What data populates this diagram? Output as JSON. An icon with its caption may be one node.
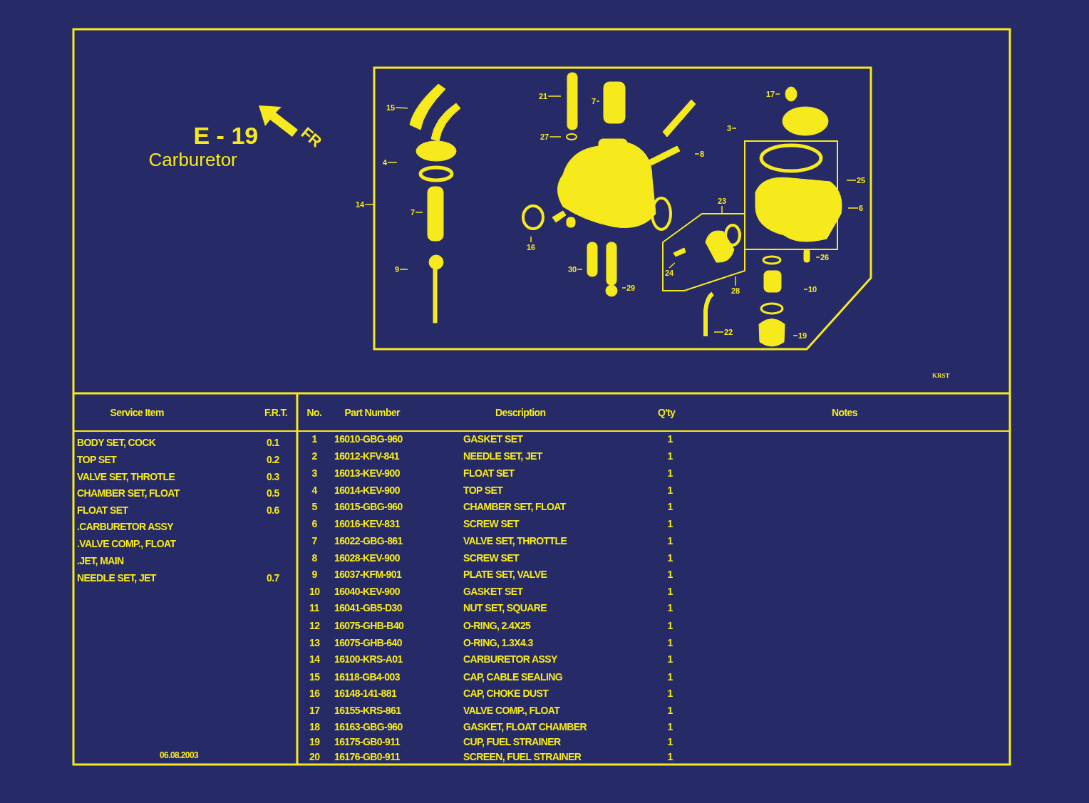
{
  "diagram": {
    "title": "E - 19",
    "nodes": [
      {
        "text": [],
        "shape": "picture"
      },
      {
        "text": [
          "15"
        ],
        "in": 0
      },
      {
        "text": [
          "4"
        ],
        "in": 0
      },
      {
        "text": [
          "7"
        ],
        "in": 0
      },
      {
        "text": [
          "9"
        ],
        "in": 0
      },
      {
        "text": [
          "14"
        ]
      },
      {
        "text": [
          "21"
        ],
        "in": 0
      },
      {
        "text": [
          "27"
        ],
        "in": 0
      },
      {
        "text": [
          "7"
        ],
        "in": 0
      },
      {
        "text": [
          "16"
        ],
        "in": 0
      },
      {
        "text": [
          "30"
        ],
        "in": 0
      },
      {
        "text": [
          "17"
        ],
        "in": 0
      },
      {
        "text": [
          "3"
        ],
        "in": 0
      },
      {
        "text": [
          "8"
        ],
        "in": 0
      },
      {
        "text": [
          "23"
        ],
        "in": 0
      },
      {
        "text": [
          "24"
        ],
        "in": 0
      },
      {
        "text": [
          "25"
        ],
        "in": 0
      },
      {
        "text": [
          "6"
        ],
        "in": 0
      },
      {
        "text": [
          "26"
        ],
        "in": 0
      },
      {
        "text": [
          "28"
        ],
        "in": 0
      },
      {
        "text": [
          "29"
        ],
        "in": 0
      },
      {
        "text": [
          "10"
        ],
        "in": 0
      },
      {
        "text": [
          "22"
        ],
        "in": 0
      },
      {
        "text": [
          "19"
        ],
        "in": 0
      }
    ],
    "edges": [
      {
        "from": 1,
        "to": null,
        "arrow": "none"
      },
      {
        "from": 2,
        "to": null,
        "arrow": "none"
      },
      {
        "from": 3,
        "to": null,
        "arrow": "none"
      },
      {
        "from": 4,
        "to": null,
        "arrow": "none"
      },
      {
        "from": 5,
        "to": 0,
        "arrow": "none"
      },
      {
        "from": 6,
        "to": null,
        "arrow": "none"
      },
      {
        "from": 7,
        "to": null,
        "arrow": "none"
      },
      {
        "from": 8,
        "to": null,
        "arrow": "none"
      },
      {
        "from": 9,
        "to": null,
        "arrow": "none"
      },
      {
        "from": 10,
        "to": null,
        "arrow": "none"
      },
      {
        "from": 11,
        "to": null,
        "arrow": "none"
      },
      {
        "from": 12,
        "to": null,
        "arrow": "none"
      },
      {
        "from": 13,
        "to": null,
        "arrow": "none"
      },
      {
        "from": 14,
        "to": null,
        "arrow": "none"
      },
      {
        "from": 15,
        "to": null,
        "arrow": "none"
      },
      {
        "from": 16,
        "to": null,
        "arrow": "none"
      },
      {
        "from": 17,
        "to": null,
        "arrow": "none"
      },
      {
        "from": 18,
        "to": null,
        "arrow": "none"
      },
      {
        "from": 19,
        "to": null,
        "arrow": "none"
      },
      {
        "from": 20,
        "to": null,
        "arrow": "none"
      },
      {
        "from": 21,
        "to": null,
        "arrow": "none"
      },
      {
        "from": 22,
        "to": null,
        "arrow": "none"
      },
      {
        "from": 23,
        "to": null,
        "arrow": "none"
      }
    ],
    "labels": [
      "Carburetor",
      "FR",
      "KRST",
      "Service Item",
      "F.R.T.",
      "BODY SET, COCK",
      "0.1",
      "TOP SET",
      "0.2",
      "VALVE SET, THROTLE",
      "0.3",
      "CHAMBER SET, FLOAT",
      "0.5",
      "FLOAT SET",
      "0.6",
      ".CARBURETOR ASSY",
      ".VALVE COMP., FLOAT",
      ".JET, MAIN",
      "NEEDLE SET, JET",
      "0.7",
      "No.",
      "Part Number",
      "Description",
      "Q'ty",
      "Notes",
      "1",
      "16010-GBG-960",
      "GASKET SET",
      "1",
      "2",
      "16012-KFV-841",
      "NEEDLE SET, JET",
      "1",
      "3",
      "16013-KEV-900",
      "FLOAT SET",
      "1",
      "4",
      "16014-KEV-900",
      "TOP SET",
      "1",
      "5",
      "16015-GBG-960",
      "CHAMBER SET, FLOAT",
      "1",
      "6",
      "16016-KEV-831",
      "SCREW SET",
      "1",
      "7",
      "16022-GBG-861",
      "VALVE SET, THROTTLE",
      "1",
      "8",
      "16028-KEV-900",
      "SCREW SET",
      "1",
      "9",
      "16037-KFM-901",
      "PLATE SET, VALVE",
      "1",
      "10",
      "16040-KEV-900",
      "GASKET SET",
      "1",
      "11",
      "16041-GB5-D30",
      "NUT SET, SQUARE",
      "1",
      "12",
      "16075-GHB-B40",
      "O-RING, 2.4X25",
      "1",
      "13",
      "16075-GHB-640",
      "O-RING, 1.3X4.3",
      "1",
      "14",
      "16100-KRS-A01",
      "CARBURETOR ASSY",
      "1",
      "15",
      "16118-GB4-003",
      "CAP, CABLE SEALING",
      "1",
      "16",
      "16148-141-881",
      "CAP, CHOKE DUST",
      "1",
      "17",
      "16155-KRS-861",
      "VALVE COMP., FLOAT",
      "1",
      "18",
      "16163-GBG-960",
      "GASKET, FLOAT CHAMBER",
      "1",
      "19",
      "16175-GB0-911",
      "CUP, FUEL STRAINER",
      "1",
      "06.08.2003",
      "20",
      "16176-GB0-911",
      "SCREEN, FUEL STRAINER",
      "1"
    ]
  }
}
